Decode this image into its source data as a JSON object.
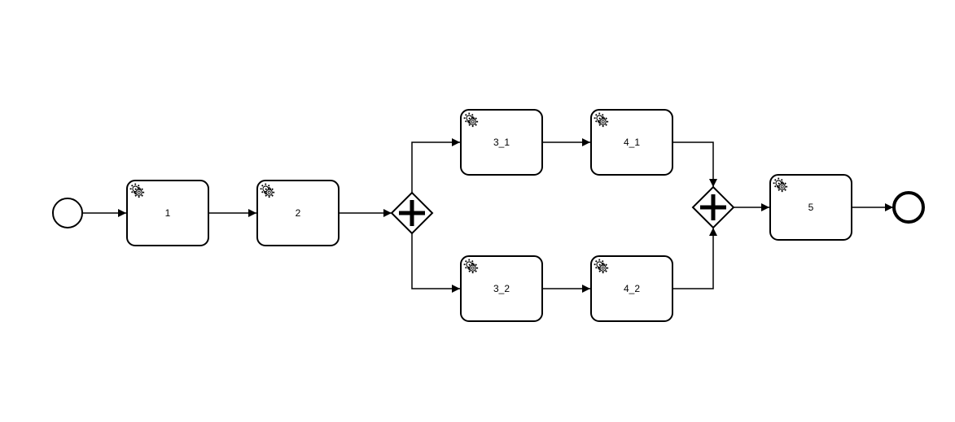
{
  "diagram": {
    "start_event": {
      "label": ""
    },
    "end_event": {
      "label": ""
    },
    "tasks": [
      {
        "id": "t1",
        "label": "1",
        "icon": "gear-icon",
        "type": "service-task"
      },
      {
        "id": "t2",
        "label": "2",
        "icon": "gear-icon",
        "type": "service-task"
      },
      {
        "id": "t31",
        "label": "3_1",
        "icon": "gear-icon",
        "type": "service-task"
      },
      {
        "id": "t41",
        "label": "4_1",
        "icon": "gear-icon",
        "type": "service-task"
      },
      {
        "id": "t32",
        "label": "3_2",
        "icon": "gear-icon",
        "type": "service-task"
      },
      {
        "id": "t42",
        "label": "4_2",
        "icon": "gear-icon",
        "type": "service-task"
      },
      {
        "id": "t5",
        "label": "5",
        "icon": "gear-icon",
        "type": "service-task"
      }
    ],
    "gateways": [
      {
        "id": "split",
        "type": "parallel"
      },
      {
        "id": "join",
        "type": "parallel"
      }
    ],
    "flows": [
      {
        "from": "start",
        "to": "t1"
      },
      {
        "from": "t1",
        "to": "t2"
      },
      {
        "from": "t2",
        "to": "split"
      },
      {
        "from": "split",
        "to": "t31"
      },
      {
        "from": "split",
        "to": "t32"
      },
      {
        "from": "t31",
        "to": "t41"
      },
      {
        "from": "t32",
        "to": "t42"
      },
      {
        "from": "t41",
        "to": "join"
      },
      {
        "from": "t42",
        "to": "join"
      },
      {
        "from": "join",
        "to": "t5"
      },
      {
        "from": "t5",
        "to": "end"
      }
    ],
    "colors": {
      "stroke": "#000000",
      "fill": "#ffffff"
    }
  }
}
